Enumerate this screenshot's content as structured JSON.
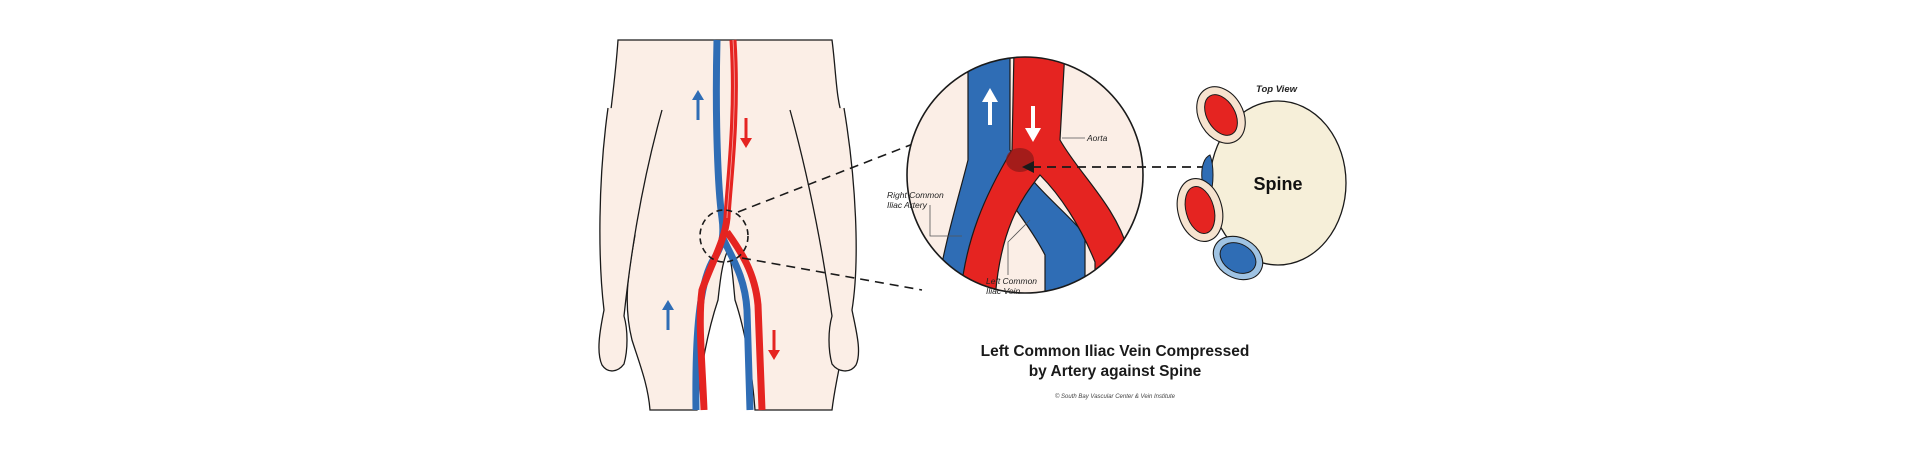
{
  "colors": {
    "artery": "#e52421",
    "vein": "#2f6db5",
    "skin": "#fbeee6",
    "spine": "#f6efd9",
    "outline": "#1a1a1a"
  },
  "labels": {
    "aorta": "Aorta",
    "right_common_iliac_artery": [
      "Right Common",
      "Iliac Artery"
    ],
    "left_common_iliac_vein": [
      "Left Common",
      "Iliac Vein"
    ],
    "top_view": "Top View",
    "spine": "Spine"
  },
  "caption": {
    "line1": "Left Common Iliac Vein Compressed",
    "line2": "by Artery against Spine"
  },
  "copyright": "© South Bay Vascular Center & Vein Institute",
  "icons": [
    "up-arrow-icon",
    "down-arrow-icon"
  ]
}
